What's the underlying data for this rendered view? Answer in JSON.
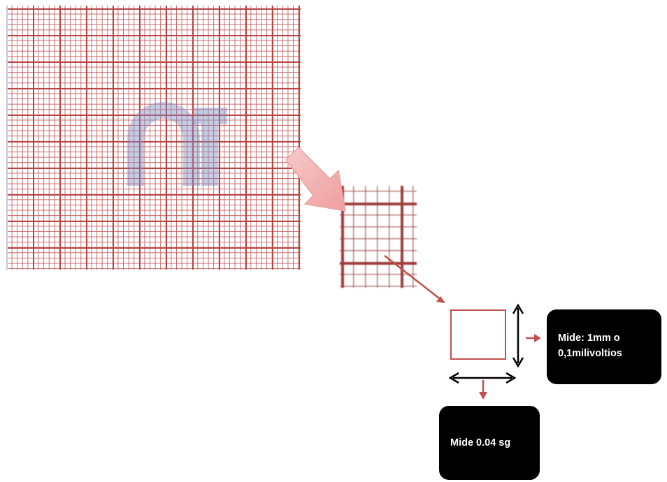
{
  "watermark": {
    "text": "nT"
  },
  "callouts": {
    "voltage_line1": "Mide: 1mm o",
    "voltage_line2": "0,1milivoltios",
    "time": "Mide 0.04 sg"
  },
  "colors": {
    "grid_major": "#b74545",
    "grid_minor": "#d58a8a",
    "arrow_red": "#c0504d",
    "big_arrow_fill": "#f2b3b3",
    "callout_bg": "#000000",
    "callout_text": "#ffffff"
  },
  "icons": [
    "big-diagonal-arrow-icon",
    "red-arrow-icon",
    "double-arrow-icon"
  ]
}
